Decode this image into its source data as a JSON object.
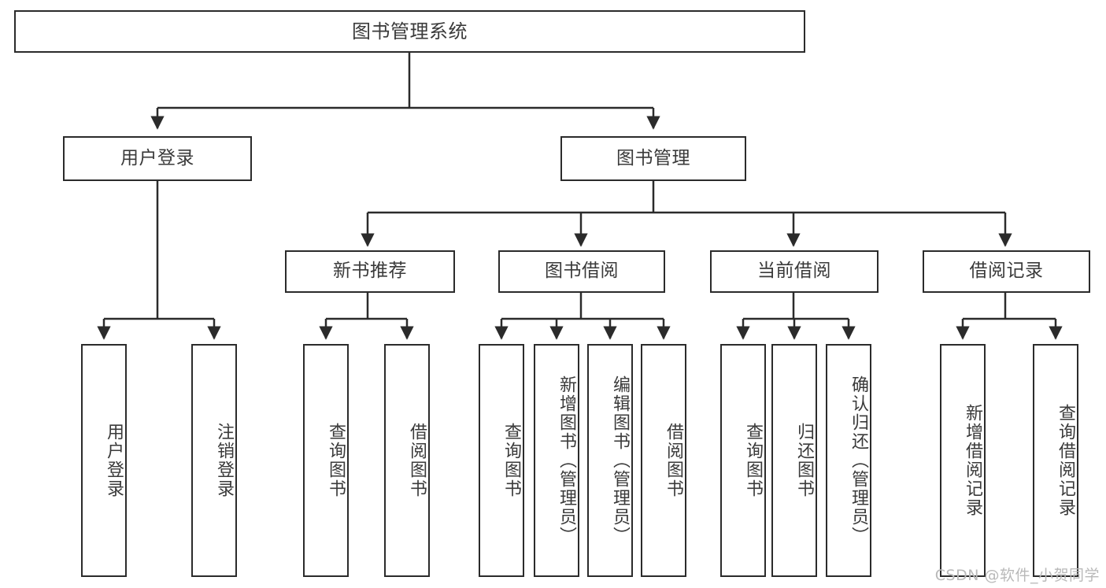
{
  "diagram": {
    "title": "图书管理系统",
    "watermark": "CSDN @软件_小贺同学",
    "stroke_color": "#2b2b2b",
    "text_color": "#3a3a3a",
    "background_color": "#ffffff",
    "watermark_color": "#b9b9b9",
    "type": "tree-hierarchy",
    "root": {
      "label": "图书管理系统",
      "children": [
        {
          "label": "用户登录",
          "children": [
            {
              "label": "用户登录"
            },
            {
              "label": "注销登录"
            }
          ]
        },
        {
          "label": "图书管理",
          "children": [
            {
              "label": "新书推荐",
              "children": [
                {
                  "label": "查询图书"
                },
                {
                  "label": "借阅图书"
                }
              ]
            },
            {
              "label": "图书借阅",
              "children": [
                {
                  "label": "查询图书"
                },
                {
                  "label": "新增图书（管理员）"
                },
                {
                  "label": "编辑图书（管理员）"
                },
                {
                  "label": "借阅图书"
                }
              ]
            },
            {
              "label": "当前借阅",
              "children": [
                {
                  "label": "查询图书"
                },
                {
                  "label": "归还图书"
                },
                {
                  "label": "确认归还（管理员）"
                }
              ]
            },
            {
              "label": "借阅记录",
              "children": [
                {
                  "label": "新增借阅记录"
                },
                {
                  "label": "查询借阅记录"
                }
              ]
            }
          ]
        }
      ]
    }
  },
  "nodes": {
    "root": "图书管理系统",
    "l1_user_login": "用户登录",
    "l1_book_manage": "图书管理",
    "l2_new_book": "新书推荐",
    "l2_book_borrow": "图书借阅",
    "l2_current_borrow": "当前借阅",
    "l2_borrow_record": "借阅记录",
    "leaf_user_login": "用户登录",
    "leaf_logout": "注销登录",
    "leaf_nb_query": "查询图书",
    "leaf_nb_borrow": "借阅图书",
    "leaf_bb_query": "查询图书",
    "leaf_bb_add": "新增图书（管理员）",
    "leaf_bb_edit": "编辑图书（管理员）",
    "leaf_bb_borrow": "借阅图书",
    "leaf_cb_query": "查询图书",
    "leaf_cb_return": "归还图书",
    "leaf_cb_confirm": "确认归还（管理员）",
    "leaf_br_add": "新增借阅记录",
    "leaf_br_query": "查询借阅记录"
  }
}
